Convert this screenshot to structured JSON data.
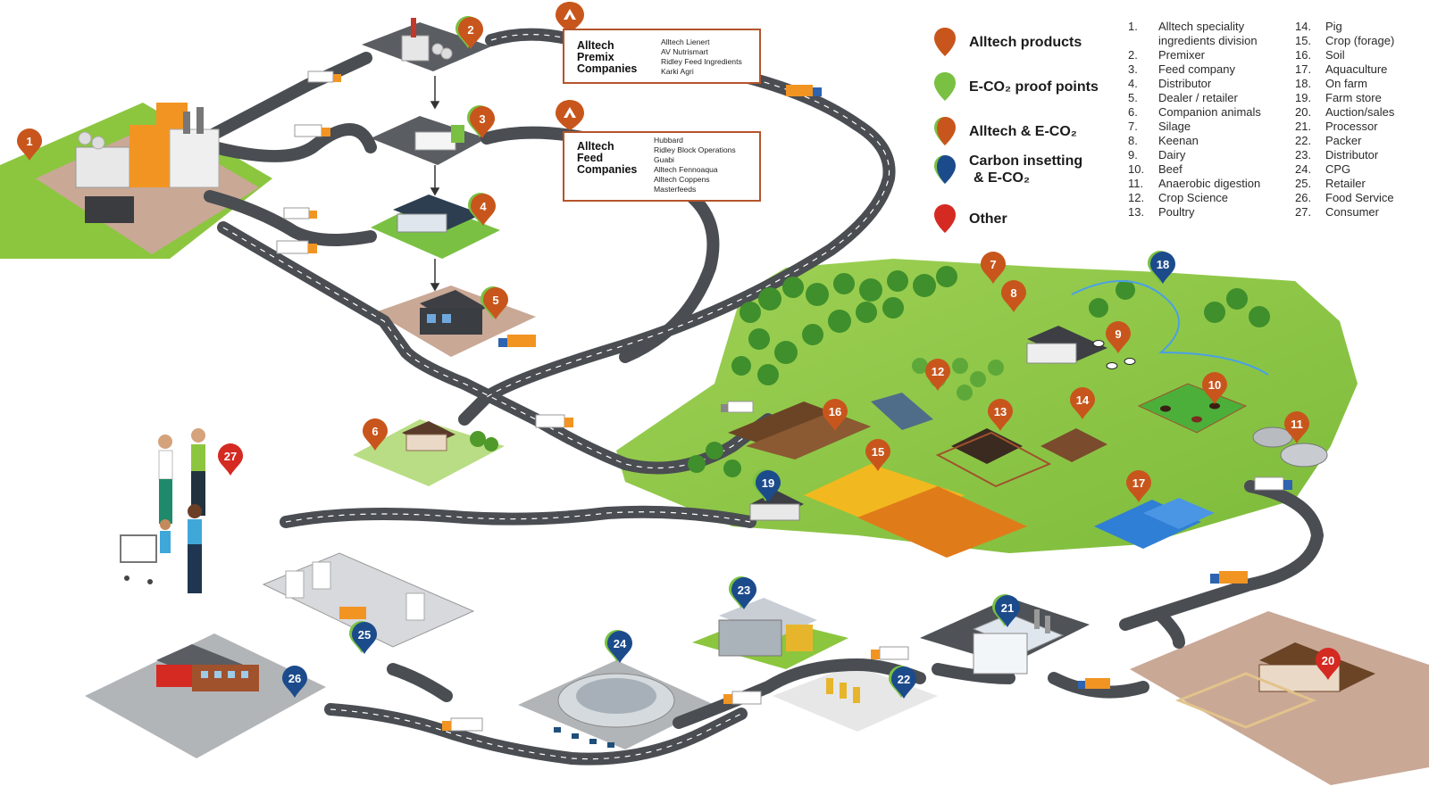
{
  "legend": {
    "items": [
      {
        "label": "Alltech products",
        "color": "#c8561c",
        "kind": "orange"
      },
      {
        "label": "E-CO₂ proof points",
        "color": "#7ac143",
        "kind": "green"
      },
      {
        "label": "Alltech & E-CO₂",
        "color": "#c8561c",
        "kind": "orange-green"
      },
      {
        "label_line1": "Carbon insetting",
        "label_line2": "& E-CO₂",
        "color": "#1c4b8c",
        "kind": "blue-green"
      },
      {
        "label": "Other",
        "color": "#d42a22",
        "kind": "red"
      }
    ]
  },
  "numbered_list": {
    "col1": [
      {
        "n": "1.",
        "text": "Alltech speciality"
      },
      {
        "n": "",
        "text": "ingredients division"
      },
      {
        "n": "2.",
        "text": "Premixer"
      },
      {
        "n": "3.",
        "text": "Feed company"
      },
      {
        "n": "4.",
        "text": "Distributor"
      },
      {
        "n": "5.",
        "text": "Dealer / retailer"
      },
      {
        "n": "6.",
        "text": "Companion animals"
      },
      {
        "n": "7.",
        "text": "Silage"
      },
      {
        "n": "8.",
        "text": "Keenan"
      },
      {
        "n": "9.",
        "text": "Dairy"
      },
      {
        "n": "10.",
        "text": "Beef"
      },
      {
        "n": "11.",
        "text": "Anaerobic digestion"
      },
      {
        "n": "12.",
        "text": "Crop Science"
      },
      {
        "n": "13.",
        "text": "Poultry"
      }
    ],
    "col2": [
      {
        "n": "14.",
        "text": "Pig"
      },
      {
        "n": "15.",
        "text": "Crop (forage)"
      },
      {
        "n": "16.",
        "text": "Soil"
      },
      {
        "n": "17.",
        "text": "Aquaculture"
      },
      {
        "n": "18.",
        "text": "On farm"
      },
      {
        "n": "19.",
        "text": "Farm store"
      },
      {
        "n": "20.",
        "text": "Auction/sales"
      },
      {
        "n": "21.",
        "text": "Processor"
      },
      {
        "n": "22.",
        "text": "Packer"
      },
      {
        "n": "23.",
        "text": "Distributor"
      },
      {
        "n": "24.",
        "text": "CPG"
      },
      {
        "n": "25.",
        "text": "Retailer"
      },
      {
        "n": "26.",
        "text": "Food Service"
      },
      {
        "n": "27.",
        "text": "Consumer"
      }
    ]
  },
  "premix_box": {
    "title_lines": [
      "Alltech",
      "Premix",
      "Companies"
    ],
    "companies": [
      "Alltech Lienert",
      "AV Nutrismart",
      "Ridley Feed Ingredients",
      "Karki Agri"
    ]
  },
  "feed_box": {
    "title_lines": [
      "Alltech",
      "Feed",
      "Companies"
    ],
    "companies": [
      "Hubbard",
      "Ridley Block Operations",
      "Guabi",
      "Alltech Fennoaqua",
      "Alltech Coppens",
      "Masterfeeds"
    ]
  },
  "pins": [
    {
      "label": "1",
      "kind": "orange"
    },
    {
      "label": "2",
      "kind": "orange-green"
    },
    {
      "label": "3",
      "kind": "orange-green"
    },
    {
      "label": "4",
      "kind": "orange-green"
    },
    {
      "label": "5",
      "kind": "orange-green"
    },
    {
      "label": "6",
      "kind": "orange"
    },
    {
      "label": "7",
      "kind": "orange"
    },
    {
      "label": "8",
      "kind": "orange"
    },
    {
      "label": "9",
      "kind": "orange"
    },
    {
      "label": "10",
      "kind": "orange"
    },
    {
      "label": "11",
      "kind": "orange"
    },
    {
      "label": "12",
      "kind": "orange"
    },
    {
      "label": "13",
      "kind": "orange"
    },
    {
      "label": "14",
      "kind": "orange"
    },
    {
      "label": "15",
      "kind": "orange"
    },
    {
      "label": "16",
      "kind": "orange"
    },
    {
      "label": "17",
      "kind": "orange"
    },
    {
      "label": "18",
      "kind": "blue-green"
    },
    {
      "label": "19",
      "kind": "blue-green"
    },
    {
      "label": "20",
      "kind": "red"
    },
    {
      "label": "21",
      "kind": "blue-green"
    },
    {
      "label": "22",
      "kind": "blue-green"
    },
    {
      "label": "23",
      "kind": "blue-green"
    },
    {
      "label": "24",
      "kind": "blue-green"
    },
    {
      "label": "25",
      "kind": "blue-green"
    },
    {
      "label": "26",
      "kind": "blue"
    },
    {
      "label": "27",
      "kind": "red"
    }
  ],
  "colors": {
    "orange": "#c8561c",
    "green": "#7ac143",
    "blue": "#1c4b8c",
    "red": "#d42a22",
    "road": "#4a4d52",
    "grass": "#8cc63f",
    "box_border": "#b5542a"
  }
}
